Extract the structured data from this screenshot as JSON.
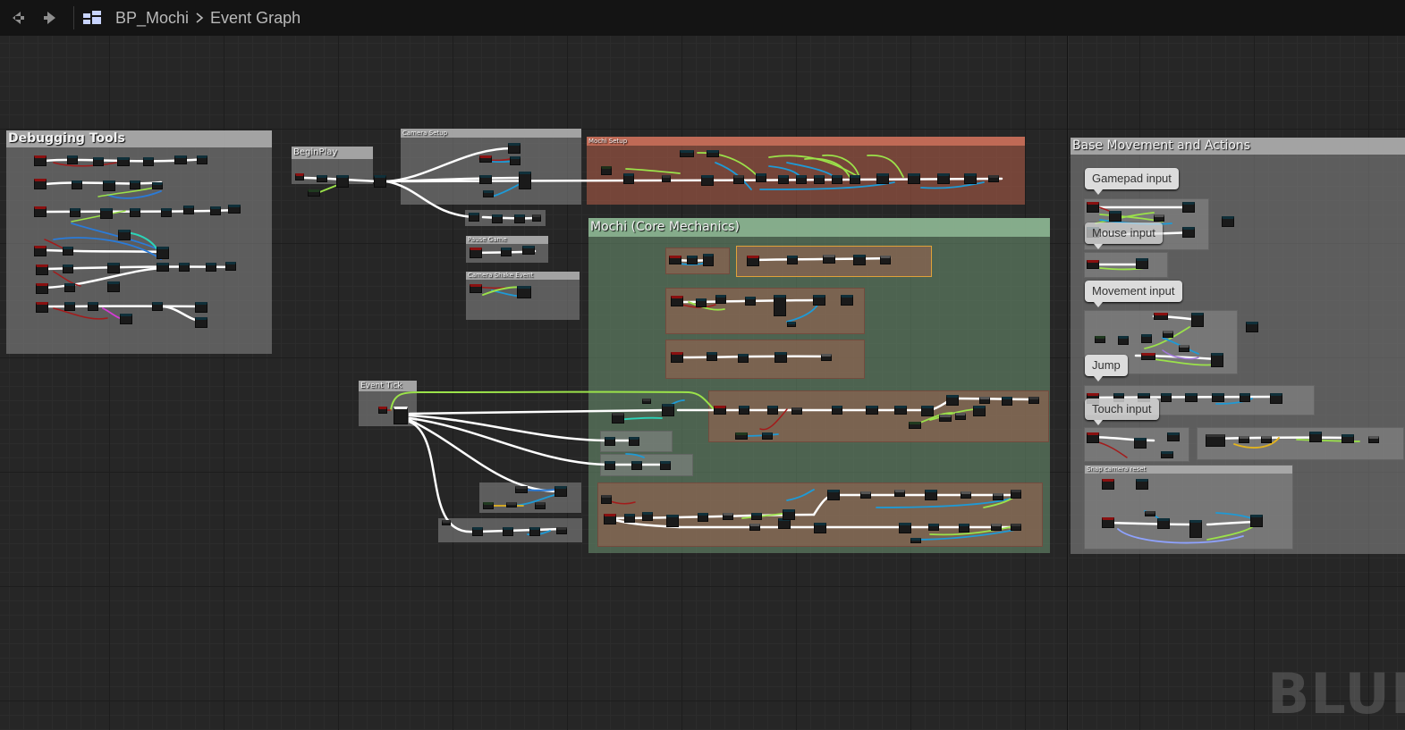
{
  "toolbar": {
    "back_icon": "arrow-left-icon",
    "forward_icon": "arrow-right-icon",
    "graph_icon": "blueprint-grid-icon",
    "breadcrumb": [
      "BP_Mochi",
      "Event Graph"
    ]
  },
  "comments": {
    "debugging_tools": "Debugging Tools",
    "begin_play": "BeginPlay",
    "camera_setup": "Camera Setup",
    "mochi_setup": "Mochi Setup",
    "pause_game": "Pause Game",
    "camera_shake_event": "Camera Shake Event",
    "mochi_core_mechanics": "Mochi (Core Mechanics)",
    "event_tick": "Event Tick",
    "base_movement": "Base Movement and Actions",
    "snap_camera_reset": "Snap camera reset"
  },
  "bubbles": {
    "gamepad_input": "Gamepad input",
    "mouse_input": "Mouse input",
    "movement_input": "Movement input",
    "jump": "Jump",
    "touch_input": "Touch input"
  },
  "watermark": "BLUEP",
  "colors": {
    "exec_wire": "#ffffff",
    "float_wire": "#9be24a",
    "vector_wire": "#1e9ad6",
    "object_wire": "#2a7bd8",
    "bool_wire": "#a31b1b",
    "mochi_setup_bg": "#8a4a3a",
    "core_mechanics_bg": "#6d8d72",
    "comment_bg": "#808080"
  }
}
